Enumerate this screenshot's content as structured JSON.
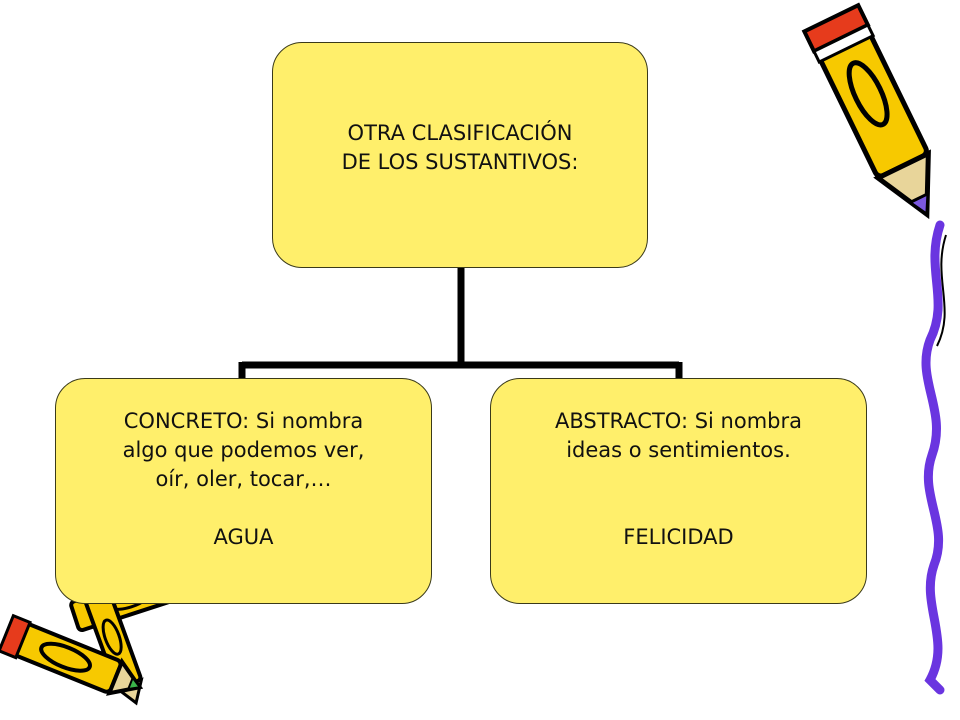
{
  "diagram": {
    "root": {
      "lines": [
        "OTRA CLASIFICACIÓN",
        "DE LOS SUSTANTIVOS:"
      ]
    },
    "children": [
      {
        "lines": [
          "CONCRETO: Si nombra",
          "algo que podemos ver,",
          "oír, oler, tocar,…"
        ],
        "example": "AGUA"
      },
      {
        "lines": [
          "ABSTRACTO: Si nombra",
          "ideas o sentimientos."
        ],
        "example": "FELICIDAD"
      }
    ]
  },
  "colors": {
    "node_fill": "#ffef6b",
    "connector": "#000000",
    "pencil_body": "#f7c900",
    "pencil_tip": "#7b58e0"
  },
  "decorations": [
    "pencil-top-right-icon",
    "pencil-cluster-bottom-left-icon",
    "wavy-border-right"
  ]
}
